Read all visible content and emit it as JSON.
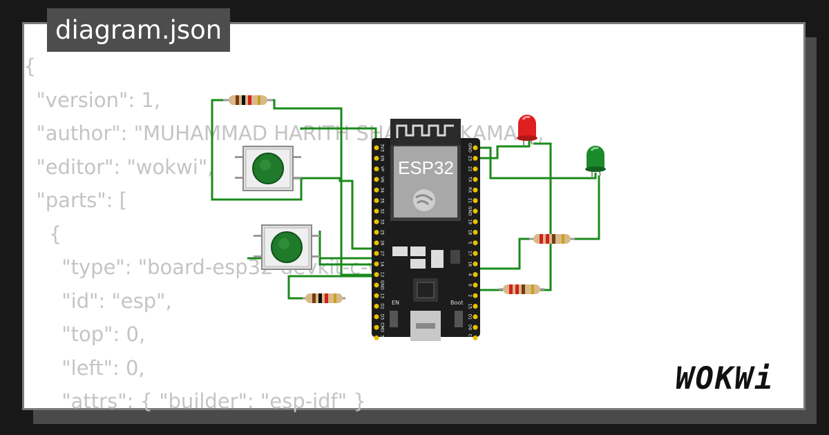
{
  "tab": {
    "title": "diagram.json"
  },
  "code": {
    "lines": [
      "{",
      "  \"version\": 1,",
      "  \"author\": \"MUHAMMAD HARITH SHAMSUL KAMAL\",",
      "  \"editor\": \"wokwi\",",
      "  \"parts\": [",
      "    {",
      "      \"type\": \"board-esp32-devkit-c-v4\",",
      "      \"id\": \"esp\",",
      "      \"top\": 0,",
      "      \"left\": 0,",
      "      \"attrs\": { \"builder\": \"esp-idf\" }"
    ]
  },
  "board": {
    "chip_label": "ESP32",
    "left_pins": [
      "3V3",
      "EN",
      "VP",
      "VN",
      "34",
      "35",
      "32",
      "33",
      "25",
      "26",
      "27",
      "14",
      "12",
      "GND",
      "13",
      "D2",
      "D3",
      "CMD",
      "5V"
    ],
    "right_pins": [
      "GND",
      "23",
      "22",
      "TX",
      "RX",
      "21",
      "GND",
      "19",
      "18",
      "5",
      "17",
      "16",
      "4",
      "0",
      "2",
      "15",
      "D1",
      "D0",
      "CLK"
    ],
    "en_label": "EN",
    "boot_label": "Boot"
  },
  "colors": {
    "wire": "#1a8a1a",
    "board": "#1c1c1c",
    "led_red": "#e02020",
    "led_green": "#1c8a2a",
    "button_cap": "#1f7a2a",
    "resistor_body": "#d9b98a"
  },
  "icons": [
    "esp32-board",
    "pushbutton-icon",
    "resistor-icon",
    "led-red-icon",
    "led-green-icon",
    "wifi-antenna-icon",
    "espressif-logo-icon"
  ],
  "brand": {
    "logo": "WOKWi"
  }
}
